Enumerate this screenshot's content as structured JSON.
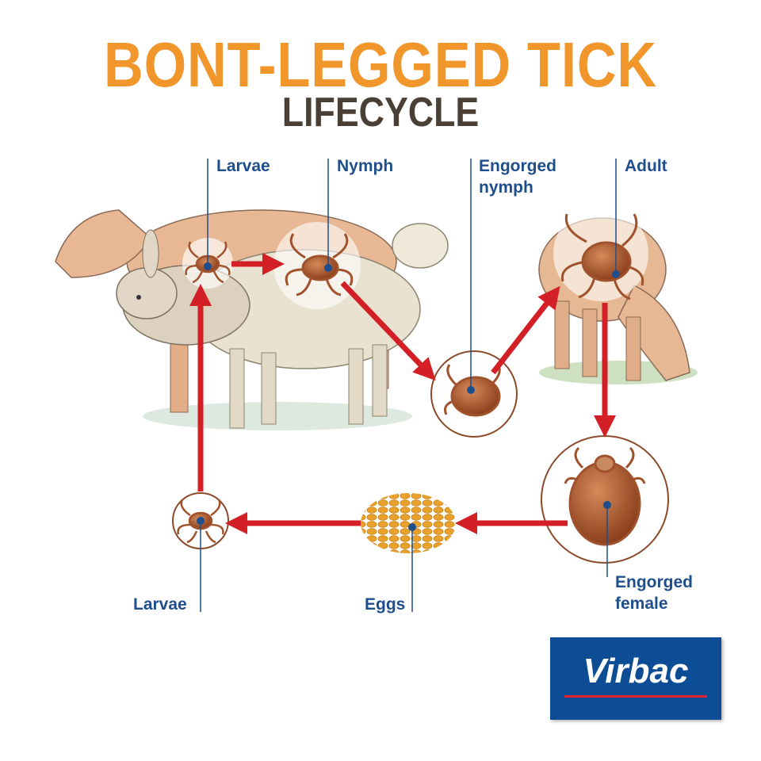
{
  "title": {
    "line1": "BONT-LEGGED TICK",
    "line2": "LIFECYCLE"
  },
  "labels": {
    "larvae_top": "Larvae",
    "nymph": "Nymph",
    "engorged_nymph_1": "Engorged",
    "engorged_nymph_2": "nymph",
    "adult": "Adult",
    "larvae_bottom": "Larvae",
    "eggs": "Eggs",
    "engorged_female_1": "Engorged",
    "engorged_female_2": "female"
  },
  "logo": {
    "text": "Virbac"
  },
  "colors": {
    "title": "#F0962A",
    "subtitle": "#4A3F35",
    "label": "#1F4E8C",
    "arrow": "#D32027",
    "tick": "#A0522D",
    "logo_bg": "#0C4D96"
  }
}
